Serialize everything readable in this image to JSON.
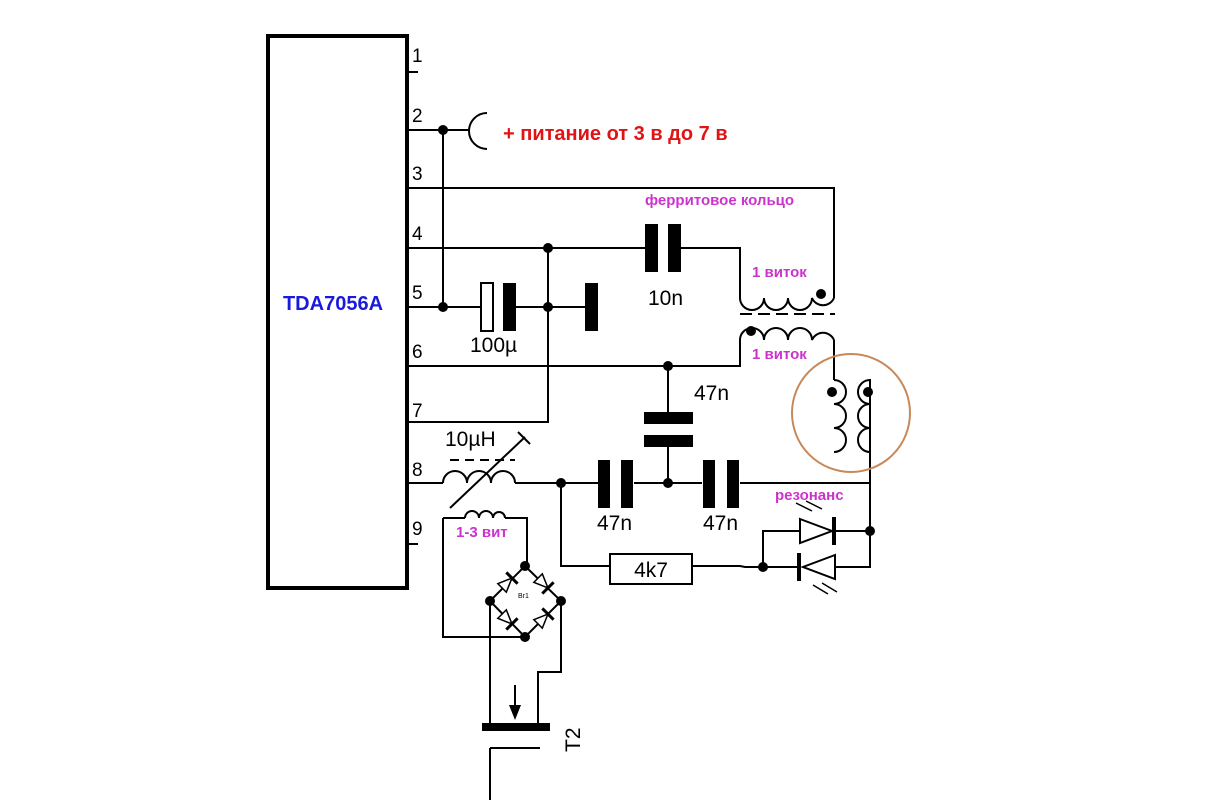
{
  "ic": {
    "name": "TDA7056A",
    "pins": [
      "1",
      "2",
      "3",
      "4",
      "5",
      "6",
      "7",
      "8",
      "9"
    ]
  },
  "power_label": "+ питание от 3 в до 7 в",
  "labels": {
    "ferrite_ring": "ферритовое кольцо",
    "turn_1": "1 виток",
    "turn_2": "1 виток",
    "resonance": "резонанс",
    "small_coil": "1-3 вит"
  },
  "components": {
    "c_10n": "10n",
    "c_100u": "100µ",
    "c_47n_top": "47n",
    "c_47n_left": "47n",
    "c_47n_right": "47n",
    "l_10uh": "10µH",
    "r_4k7": "4k7",
    "bridge": "Br1",
    "transistor": "T2"
  },
  "colors": {
    "ic_label": "#1a1adc",
    "power": "#e01414",
    "annotation": "#cc33cc",
    "ring": "#c8895a"
  }
}
